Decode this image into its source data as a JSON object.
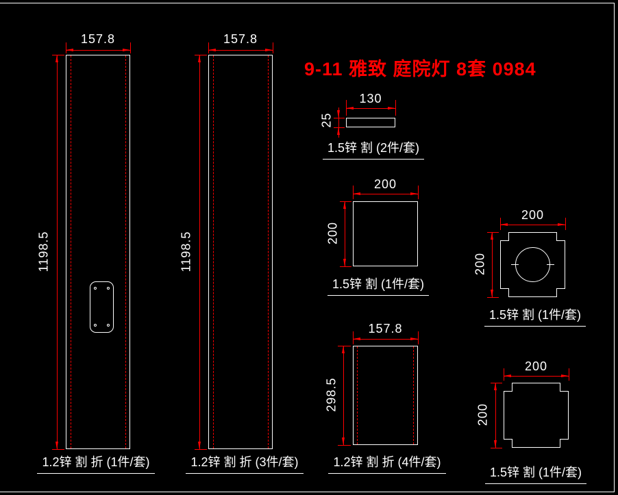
{
  "title": {
    "text": "9-11 雅致 庭院灯 8套 0984"
  },
  "colors": {
    "background": "#000000",
    "outline": "#ffffff",
    "dimension_line": "#ff0000",
    "fold_line": "#ff0000",
    "dimension_text": "#ffffff",
    "label_text": "#ffffff",
    "title_text": "#ff0000"
  },
  "parts": {
    "pole1": {
      "width": "157.8",
      "height": "1198.5",
      "label": "1.2锌 割 折 (1件/套)"
    },
    "pole2": {
      "width": "157.8",
      "height": "1198.5",
      "label": "1.2锌 割 折 (3件/套)"
    },
    "bar": {
      "width": "130",
      "height": "25",
      "label": "1.5锌 割 (2件/套)"
    },
    "plate": {
      "width": "200",
      "height": "200",
      "label": "1.5锌 割 (1件/套)"
    },
    "plate_hole": {
      "width": "200",
      "height": "200",
      "label": "1.5锌 割 (1件/套)"
    },
    "panel": {
      "width": "157.8",
      "height": "298.5",
      "label": "1.2锌 割 折 (4件/套)"
    },
    "plate_notch": {
      "width": "200",
      "height": "200",
      "label": "1.5锌 割 (1件/套)"
    }
  }
}
